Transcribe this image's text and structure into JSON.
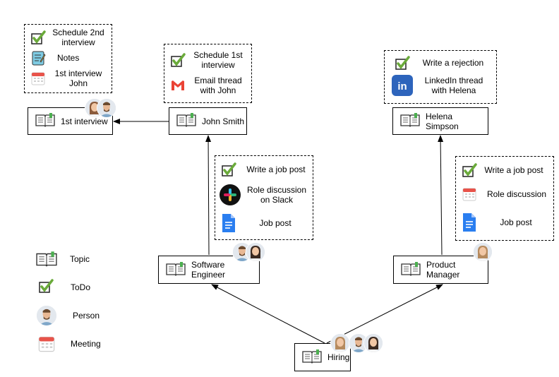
{
  "nodes": {
    "first_interview": "1st interview",
    "john_smith": "John Smith",
    "helena_simpson": "Helena Simpson",
    "software_engineer": "Software Engineer",
    "product_manager": "Product Manager",
    "hiring": "Hiring"
  },
  "groups": {
    "first_interview": {
      "todo": "Schedule 2nd interview",
      "notes": "Notes",
      "meeting": "1st interview John"
    },
    "john_smith": {
      "todo": "Schedule 1st interview",
      "email": "Email thread with John"
    },
    "helena_simpson": {
      "todo": "Write a rejection",
      "linkedin": "LinkedIn thread with Helena"
    },
    "software_engineer": {
      "todo": "Write a job post",
      "slack": "Role discussion on Slack",
      "doc": "Job post"
    },
    "product_manager": {
      "todo": "Write a job post",
      "meeting": "Role discussion",
      "doc": "Job post"
    }
  },
  "legend": {
    "topic": "Topic",
    "todo": "ToDo",
    "person": "Person",
    "meeting": "Meeting"
  },
  "colors": {
    "check": "#6aaa3a",
    "gmail_red": "#ea4335",
    "linkedin": "#2d64bc",
    "gdocs": "#2a7ef0",
    "calendar_red": "#e8534a",
    "book_green": "#4caf50"
  }
}
